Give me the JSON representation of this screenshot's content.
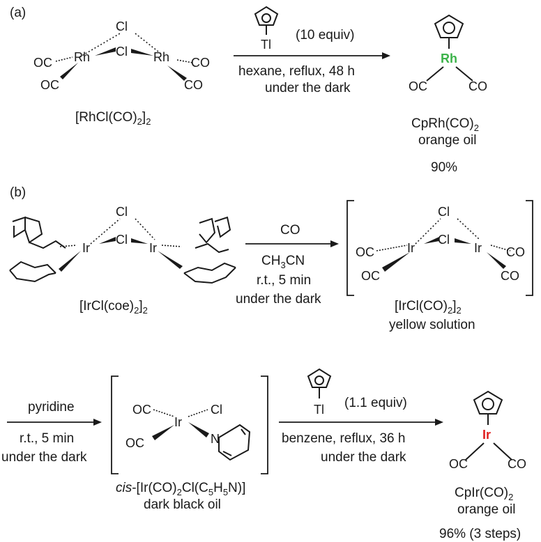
{
  "panel_a": {
    "label": "(a)",
    "reactant": {
      "atoms": {
        "cl_top": "Cl",
        "cl_mid": "Cl",
        "rh_left": "Rh",
        "rh_right": "Rh",
        "co_ll_up": "OC",
        "co_ll_dn": "OC",
        "co_rr_up": "CO",
        "co_rr_dn": "CO"
      },
      "name_main": "[RhCl(CO)",
      "name_sub": "2",
      "name_end": "]",
      "name_sub2": "2"
    },
    "reagent": {
      "atom": "Tl",
      "equiv": "(10 equiv)"
    },
    "conditions": [
      "hexane, reflux, 48 h",
      "under the dark"
    ],
    "product": {
      "metal": "Rh",
      "metal_color": "#3cb34a",
      "co_left": "OC",
      "co_right": "CO",
      "name_main": "CpRh(CO)",
      "name_sub": "2",
      "appearance": "orange oil",
      "yield": "90%"
    }
  },
  "panel_b": {
    "label": "(b)",
    "reactant": {
      "atoms": {
        "cl_top": "Cl",
        "cl_mid": "Cl",
        "ir_left": "Ir",
        "ir_right": "Ir"
      },
      "name_main": "[IrCl(coe)",
      "name_sub": "2",
      "name_end": "]",
      "name_sub2": "2"
    },
    "step1": {
      "reagent": "CO",
      "solvent_main": "CH",
      "solvent_sub": "3",
      "solvent_end": "CN",
      "time": "r.t., 5 min",
      "dark": "under the dark"
    },
    "intermediate1": {
      "atoms": {
        "cl_top": "Cl",
        "cl_mid": "Cl",
        "ir_left": "Ir",
        "ir_right": "Ir",
        "co_ll_up": "OC",
        "co_ll_dn": "OC",
        "co_rr_up": "CO",
        "co_rr_dn": "CO"
      },
      "name_main": "[IrCl(CO)",
      "name_sub": "2",
      "name_end": "]",
      "name_sub2": "2",
      "appearance": "yellow solution"
    },
    "step2": {
      "reagent": "pyridine",
      "time": "r.t., 5 min",
      "dark": "under the dark"
    },
    "intermediate2": {
      "atoms": {
        "co_up": "OC",
        "co_dn": "OC",
        "ir": "Ir",
        "cl": "Cl",
        "n": "N"
      },
      "name_italic": "cis",
      "name_a": "-[Ir(CO)",
      "name_sub1": "2",
      "name_b": "Cl(C",
      "name_sub2": "5",
      "name_c": "H",
      "name_sub3": "5",
      "name_d": "N)]",
      "appearance": "dark black oil"
    },
    "step3": {
      "atom": "Tl",
      "equiv": "(1.1 equiv)",
      "conditions": [
        "benzene, reflux, 36 h",
        "under the dark"
      ]
    },
    "product": {
      "metal": "Ir",
      "metal_color": "#e02020",
      "co_left": "OC",
      "co_right": "CO",
      "name_main": "CpIr(CO)",
      "name_sub": "2",
      "appearance": "orange oil",
      "yield": "96% (3 steps)"
    }
  }
}
